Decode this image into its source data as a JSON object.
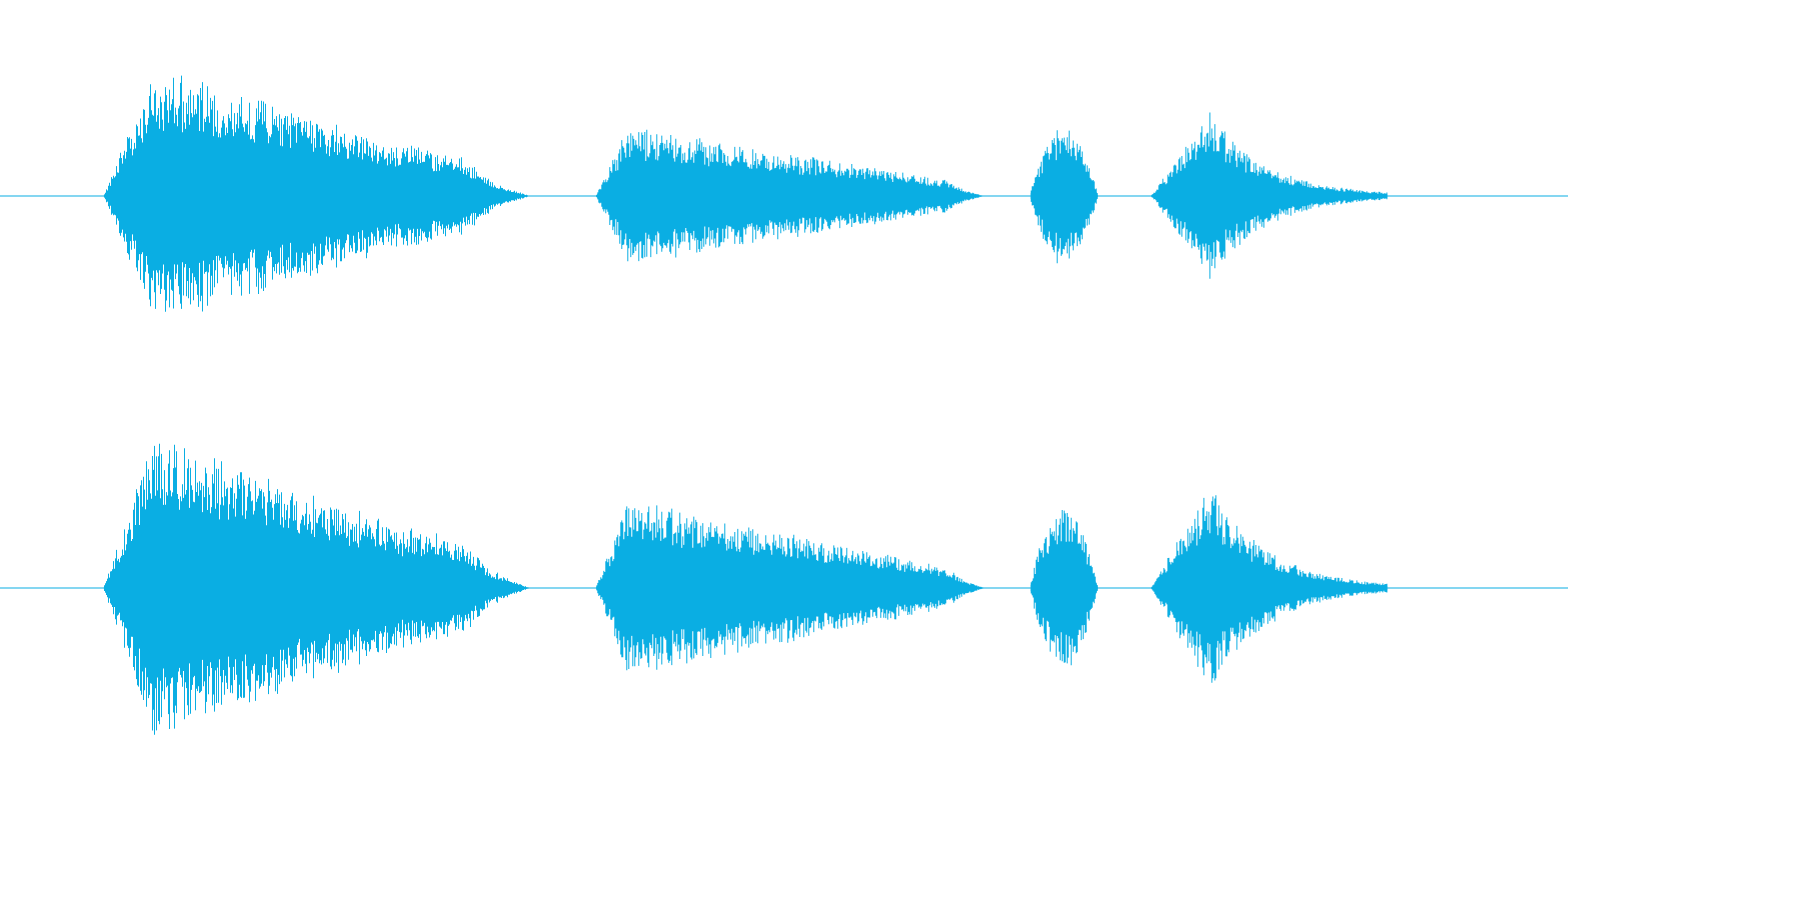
{
  "waveform": {
    "color": "#0aaee3",
    "duration_fraction_used": 0.885,
    "channels": [
      {
        "name": "left",
        "baseline_fraction": 0.5,
        "segments": [
          {
            "start": 0.066,
            "end": 0.338,
            "peak": 0.68,
            "profile": "syllable-1"
          },
          {
            "start": 0.38,
            "end": 0.628,
            "peak": 0.36,
            "profile": "syllable-2"
          },
          {
            "start": 0.657,
            "end": 0.7,
            "peak": 0.37,
            "profile": "burst"
          },
          {
            "start": 0.734,
            "end": 0.885,
            "peak": 0.45,
            "profile": "decay"
          }
        ]
      },
      {
        "name": "right",
        "baseline_fraction": 0.5,
        "segments": [
          {
            "start": 0.066,
            "end": 0.338,
            "peak": 0.8,
            "profile": "syllable-1"
          },
          {
            "start": 0.38,
            "end": 0.628,
            "peak": 0.46,
            "profile": "syllable-2"
          },
          {
            "start": 0.657,
            "end": 0.7,
            "peak": 0.42,
            "profile": "burst"
          },
          {
            "start": 0.734,
            "end": 0.885,
            "peak": 0.55,
            "profile": "decay"
          }
        ]
      }
    ]
  }
}
